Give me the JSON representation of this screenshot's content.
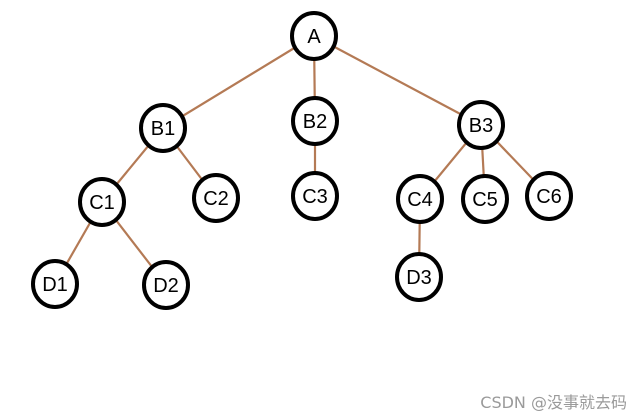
{
  "diagram": {
    "nodes": [
      {
        "id": "A",
        "label": "A"
      },
      {
        "id": "B1",
        "label": "B1"
      },
      {
        "id": "B2",
        "label": "B2"
      },
      {
        "id": "B3",
        "label": "B3"
      },
      {
        "id": "C1",
        "label": "C1"
      },
      {
        "id": "C2",
        "label": "C2"
      },
      {
        "id": "C3",
        "label": "C3"
      },
      {
        "id": "C4",
        "label": "C4"
      },
      {
        "id": "C5",
        "label": "C5"
      },
      {
        "id": "C6",
        "label": "C6"
      },
      {
        "id": "D1",
        "label": "D1"
      },
      {
        "id": "D2",
        "label": "D2"
      },
      {
        "id": "D3",
        "label": "D3"
      }
    ],
    "edges": [
      [
        "A",
        "B1"
      ],
      [
        "A",
        "B2"
      ],
      [
        "A",
        "B3"
      ],
      [
        "B1",
        "C1"
      ],
      [
        "B1",
        "C2"
      ],
      [
        "B2",
        "C3"
      ],
      [
        "B3",
        "C4"
      ],
      [
        "B3",
        "C5"
      ],
      [
        "B3",
        "C6"
      ],
      [
        "C1",
        "D1"
      ],
      [
        "C1",
        "D2"
      ],
      [
        "C4",
        "D3"
      ]
    ],
    "colors": {
      "edge": "#b47a55",
      "node_stroke": "#000000",
      "node_fill": "#ffffff"
    }
  },
  "watermark": {
    "text": "CSDN @没事就去码"
  }
}
